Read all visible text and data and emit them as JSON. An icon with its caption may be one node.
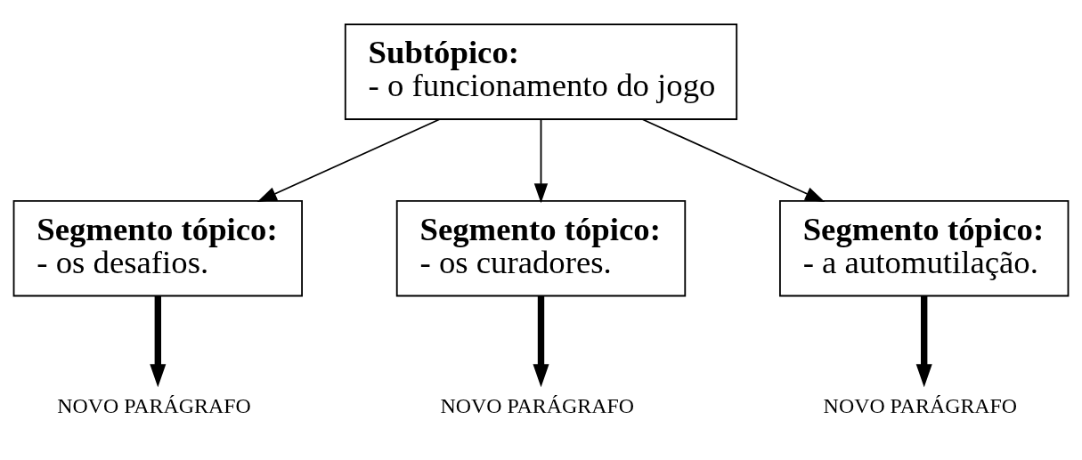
{
  "diagram": {
    "nodes": [
      {
        "text": [
          "Subtópico:",
          "- o funcionamento do jogo"
        ]
      },
      {
        "text": [
          "Segmento tópico:",
          "- os desafios."
        ]
      },
      {
        "text": [
          "Segmento tópico:",
          "- os curadores."
        ]
      },
      {
        "text": [
          "Segmento tópico:",
          "- a automutilação."
        ]
      },
      {
        "text": [
          "NOVO PARÁGRAFO"
        ]
      },
      {
        "text": [
          "NOVO PARÁGRAFO"
        ]
      },
      {
        "text": [
          "NOVO PARÁGRAFO"
        ]
      }
    ],
    "edges": [
      {
        "from": 0,
        "to": 1,
        "arrow": "to"
      },
      {
        "from": 0,
        "to": 2,
        "arrow": "to"
      },
      {
        "from": 0,
        "to": 3,
        "arrow": "to"
      },
      {
        "from": 1,
        "to": 4,
        "arrow": "to",
        "style": "thick"
      },
      {
        "from": 2,
        "to": 5,
        "arrow": "to",
        "style": "thick"
      },
      {
        "from": 3,
        "to": 6,
        "arrow": "to",
        "style": "thick"
      }
    ]
  }
}
